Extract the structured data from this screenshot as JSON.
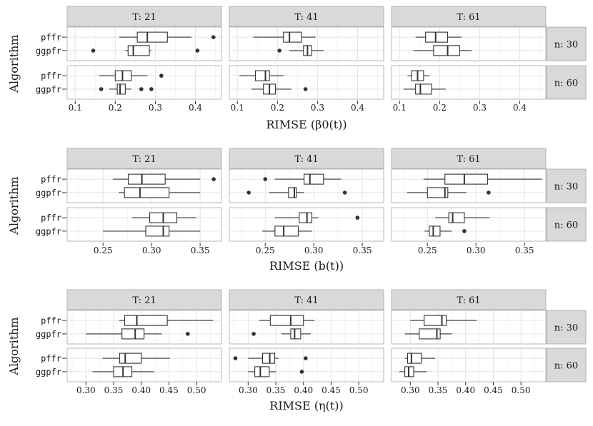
{
  "chart_data": [
    {
      "type": "boxplot",
      "xlabel": "RIMSE (β0(t))",
      "ylabel": "Algorithm",
      "xlim": [
        0.08,
        0.465
      ],
      "xticks": [
        0.1,
        0.2,
        0.3,
        0.4
      ],
      "xtick_labels": [
        "0.1",
        "0.2",
        "0.3",
        "0.4"
      ],
      "columns": [
        "T: 21",
        "T: 41",
        "T: 61"
      ],
      "rows": [
        "n: 30",
        "n: 60"
      ],
      "categories": [
        "pffr",
        "ggpfr"
      ],
      "grid": true,
      "panels": [
        {
          "col": "T: 21",
          "row": "n: 30",
          "boxes": [
            {
              "name": "pffr",
              "min": 0.21,
              "q1": 0.255,
              "median": 0.28,
              "q3": 0.33,
              "max": 0.39,
              "outliers": [
                0.445
              ]
            },
            {
              "name": "ggpfr",
              "min": 0.225,
              "q1": 0.232,
              "median": 0.245,
              "q3": 0.285,
              "max": 0.29,
              "outliers": [
                0.145,
                0.405
              ]
            }
          ]
        },
        {
          "col": "T: 41",
          "row": "n: 30",
          "boxes": [
            {
              "name": "pffr",
              "min": 0.14,
              "q1": 0.215,
              "median": 0.23,
              "q3": 0.26,
              "max": 0.295,
              "outliers": []
            },
            {
              "name": "ggpfr",
              "min": 0.23,
              "q1": 0.265,
              "median": 0.275,
              "q3": 0.285,
              "max": 0.315,
              "outliers": [
                0.205
              ]
            }
          ]
        },
        {
          "col": "T: 61",
          "row": "n: 30",
          "boxes": [
            {
              "name": "pffr",
              "min": 0.14,
              "q1": 0.165,
              "median": 0.19,
              "q3": 0.22,
              "max": 0.255,
              "outliers": []
            },
            {
              "name": "ggpfr",
              "min": 0.135,
              "q1": 0.185,
              "median": 0.22,
              "q3": 0.25,
              "max": 0.28,
              "outliers": []
            }
          ]
        },
        {
          "col": "T: 21",
          "row": "n: 60",
          "boxes": [
            {
              "name": "pffr",
              "min": 0.16,
              "q1": 0.2,
              "median": 0.218,
              "q3": 0.24,
              "max": 0.28,
              "outliers": [
                0.315
              ]
            },
            {
              "name": "ggpfr",
              "min": 0.185,
              "q1": 0.205,
              "median": 0.212,
              "q3": 0.225,
              "max": 0.24,
              "outliers": [
                0.165,
                0.265,
                0.29
              ]
            }
          ]
        },
        {
          "col": "T: 41",
          "row": "n: 60",
          "boxes": [
            {
              "name": "pffr",
              "min": 0.105,
              "q1": 0.145,
              "median": 0.17,
              "q3": 0.18,
              "max": 0.215,
              "outliers": []
            },
            {
              "name": "ggpfr",
              "min": 0.135,
              "q1": 0.165,
              "median": 0.18,
              "q3": 0.195,
              "max": 0.235,
              "outliers": [
                0.27
              ]
            }
          ]
        },
        {
          "col": "T: 61",
          "row": "n: 60",
          "boxes": [
            {
              "name": "pffr",
              "min": 0.12,
              "q1": 0.13,
              "median": 0.145,
              "q3": 0.16,
              "max": 0.175,
              "outliers": []
            },
            {
              "name": "ggpfr",
              "min": 0.11,
              "q1": 0.14,
              "median": 0.152,
              "q3": 0.18,
              "max": 0.215,
              "outliers": []
            }
          ]
        }
      ]
    },
    {
      "type": "boxplot",
      "xlabel": "RIMSE (b(t))",
      "ylabel": "Algorithm",
      "xlim": [
        0.213,
        0.372
      ],
      "xticks": [
        0.25,
        0.3,
        0.35
      ],
      "xtick_labels": [
        "0.25",
        "0.30",
        "0.35"
      ],
      "columns": [
        "T: 21",
        "T: 41",
        "T: 61"
      ],
      "rows": [
        "n: 30",
        "n: 60"
      ],
      "categories": [
        "pffr",
        "ggpfr"
      ],
      "grid": true,
      "panels": [
        {
          "col": "T: 21",
          "row": "n: 30",
          "boxes": [
            {
              "name": "pffr",
              "min": 0.26,
              "q1": 0.276,
              "median": 0.29,
              "q3": 0.314,
              "max": 0.35,
              "outliers": [
                0.364
              ]
            },
            {
              "name": "ggpfr",
              "min": 0.266,
              "q1": 0.272,
              "median": 0.288,
              "q3": 0.318,
              "max": 0.35,
              "outliers": []
            }
          ]
        },
        {
          "col": "T: 41",
          "row": "n: 30",
          "boxes": [
            {
              "name": "pffr",
              "min": 0.26,
              "q1": 0.29,
              "median": 0.296,
              "q3": 0.31,
              "max": 0.328,
              "outliers": [
                0.25
              ]
            },
            {
              "name": "ggpfr",
              "min": 0.254,
              "q1": 0.274,
              "median": 0.28,
              "q3": 0.282,
              "max": 0.29,
              "outliers": [
                0.233,
                0.332
              ]
            }
          ]
        },
        {
          "col": "T: 61",
          "row": "n: 30",
          "boxes": [
            {
              "name": "pffr",
              "min": 0.246,
              "q1": 0.268,
              "median": 0.288,
              "q3": 0.312,
              "max": 0.368,
              "outliers": []
            },
            {
              "name": "ggpfr",
              "min": 0.229,
              "q1": 0.25,
              "median": 0.268,
              "q3": 0.271,
              "max": 0.29,
              "outliers": [
                0.313
              ]
            }
          ]
        },
        {
          "col": "T: 21",
          "row": "n: 60",
          "boxes": [
            {
              "name": "pffr",
              "min": 0.28,
              "q1": 0.298,
              "median": 0.312,
              "q3": 0.326,
              "max": 0.346,
              "outliers": []
            },
            {
              "name": "ggpfr",
              "min": 0.25,
              "q1": 0.294,
              "median": 0.312,
              "q3": 0.318,
              "max": 0.35,
              "outliers": []
            }
          ]
        },
        {
          "col": "T: 41",
          "row": "n: 60",
          "boxes": [
            {
              "name": "pffr",
              "min": 0.26,
              "q1": 0.285,
              "median": 0.293,
              "q3": 0.298,
              "max": 0.305,
              "outliers": [
                0.345
              ]
            },
            {
              "name": "ggpfr",
              "min": 0.247,
              "q1": 0.26,
              "median": 0.269,
              "q3": 0.284,
              "max": 0.298,
              "outliers": []
            }
          ]
        },
        {
          "col": "T: 61",
          "row": "n: 60",
          "boxes": [
            {
              "name": "pffr",
              "min": 0.258,
              "q1": 0.272,
              "median": 0.276,
              "q3": 0.288,
              "max": 0.314,
              "outliers": []
            },
            {
              "name": "ggpfr",
              "min": 0.247,
              "q1": 0.252,
              "median": 0.256,
              "q3": 0.263,
              "max": 0.275,
              "outliers": [
                0.288
              ]
            }
          ]
        }
      ]
    },
    {
      "type": "boxplot",
      "xlabel": "RIMSE (η(t))",
      "ylabel": "Algorithm",
      "xlim": [
        0.266,
        0.545
      ],
      "xticks": [
        0.3,
        0.35,
        0.4,
        0.45,
        0.5
      ],
      "xtick_labels": [
        "0.30",
        "0.35",
        "0.40",
        "0.45",
        "0.50"
      ],
      "columns": [
        "T: 21",
        "T: 41",
        "T: 61"
      ],
      "rows": [
        "n: 30",
        "n: 60"
      ],
      "categories": [
        "pffr",
        "ggpfr"
      ],
      "grid": true,
      "panels": [
        {
          "col": "T: 21",
          "row": "n: 30",
          "boxes": [
            {
              "name": "pffr",
              "min": 0.36,
              "q1": 0.37,
              "median": 0.392,
              "q3": 0.447,
              "max": 0.53,
              "outliers": []
            },
            {
              "name": "ggpfr",
              "min": 0.3,
              "q1": 0.365,
              "median": 0.389,
              "q3": 0.405,
              "max": 0.437,
              "outliers": [
                0.484
              ]
            }
          ]
        },
        {
          "col": "T: 41",
          "row": "n: 30",
          "boxes": [
            {
              "name": "pffr",
              "min": 0.32,
              "q1": 0.34,
              "median": 0.377,
              "q3": 0.4,
              "max": 0.42,
              "outliers": []
            },
            {
              "name": "ggpfr",
              "min": 0.36,
              "q1": 0.377,
              "median": 0.384,
              "q3": 0.395,
              "max": 0.413,
              "outliers": [
                0.31
              ]
            }
          ]
        },
        {
          "col": "T: 61",
          "row": "n: 30",
          "boxes": [
            {
              "name": "pffr",
              "min": 0.3,
              "q1": 0.325,
              "median": 0.357,
              "q3": 0.365,
              "max": 0.42,
              "outliers": []
            },
            {
              "name": "ggpfr",
              "min": 0.29,
              "q1": 0.316,
              "median": 0.348,
              "q3": 0.354,
              "max": 0.375,
              "outliers": []
            }
          ]
        },
        {
          "col": "T: 21",
          "row": "n: 60",
          "boxes": [
            {
              "name": "pffr",
              "min": 0.33,
              "q1": 0.361,
              "median": 0.371,
              "q3": 0.4,
              "max": 0.452,
              "outliers": []
            },
            {
              "name": "ggpfr",
              "min": 0.312,
              "q1": 0.35,
              "median": 0.367,
              "q3": 0.383,
              "max": 0.423,
              "outliers": []
            }
          ]
        },
        {
          "col": "T: 41",
          "row": "n: 60",
          "boxes": [
            {
              "name": "pffr",
              "min": 0.3,
              "q1": 0.326,
              "median": 0.339,
              "q3": 0.348,
              "max": 0.355,
              "outliers": [
                0.277,
                0.404
              ]
            },
            {
              "name": "ggpfr",
              "min": 0.3,
              "q1": 0.312,
              "median": 0.322,
              "q3": 0.338,
              "max": 0.35,
              "outliers": [
                0.397
              ]
            }
          ]
        },
        {
          "col": "T: 61",
          "row": "n: 60",
          "boxes": [
            {
              "name": "pffr",
              "min": 0.29,
              "q1": 0.295,
              "median": 0.302,
              "q3": 0.32,
              "max": 0.345,
              "outliers": []
            },
            {
              "name": "ggpfr",
              "min": 0.28,
              "q1": 0.29,
              "median": 0.297,
              "q3": 0.306,
              "max": 0.33,
              "outliers": []
            }
          ]
        }
      ]
    }
  ]
}
